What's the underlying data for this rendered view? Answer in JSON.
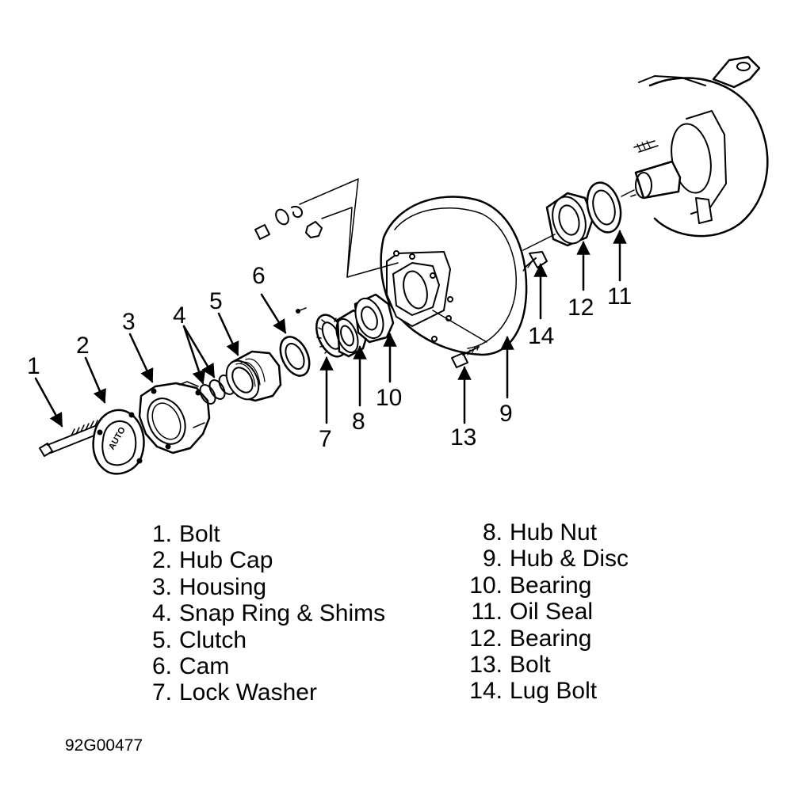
{
  "callouts": {
    "c1": "1",
    "c2": "2",
    "c3": "3",
    "c4": "4",
    "c5": "5",
    "c6": "6",
    "c7": "7",
    "c8": "8",
    "c9": "9",
    "c10": "10",
    "c11": "11",
    "c12": "12",
    "c13": "13",
    "c14": "14"
  },
  "hub_cap_text": "AUTO",
  "legend_left": [
    {
      "num": "1.",
      "label": "Bolt"
    },
    {
      "num": "2.",
      "label": "Hub Cap"
    },
    {
      "num": "3.",
      "label": "Housing"
    },
    {
      "num": "4.",
      "label": "Snap Ring & Shims"
    },
    {
      "num": "5.",
      "label": "Clutch"
    },
    {
      "num": "6.",
      "label": "Cam"
    },
    {
      "num": "7.",
      "label": "Lock Washer"
    }
  ],
  "legend_right": [
    {
      "num": "8.",
      "label": "Hub Nut"
    },
    {
      "num": "9.",
      "label": "Hub & Disc"
    },
    {
      "num": "10.",
      "label": "Bearing"
    },
    {
      "num": "11.",
      "label": "Oil Seal"
    },
    {
      "num": "12.",
      "label": "Bearing"
    },
    {
      "num": "13.",
      "label": "Bolt"
    },
    {
      "num": "14.",
      "label": "Lug Bolt"
    }
  ],
  "figure_id": "92G00477"
}
